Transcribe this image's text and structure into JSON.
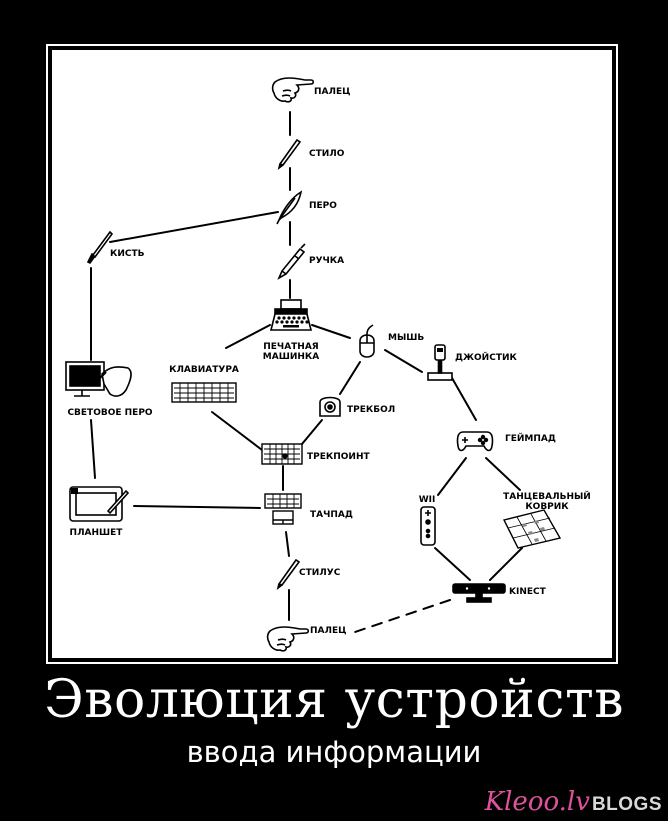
{
  "caption": {
    "title": "Эволюция устройств",
    "subtitle": "ввода информации"
  },
  "watermark": {
    "brand": "Kleoo.lv",
    "suffix": "BLOGS"
  },
  "nodes": [
    {
      "id": "finger_top",
      "label": "ПАЛЕЦ",
      "icon": "pointing-hand-icon"
    },
    {
      "id": "stylus_old",
      "label": "СТИЛО",
      "icon": "stylus-icon"
    },
    {
      "id": "quill",
      "label": "ПЕРО",
      "icon": "quill-icon"
    },
    {
      "id": "brush",
      "label": "КИСТЬ",
      "icon": "brush-icon"
    },
    {
      "id": "pen",
      "label": "РУЧКА",
      "icon": "pen-icon"
    },
    {
      "id": "typewriter",
      "label": "ПЕЧАТНАЯ МАШИНКА",
      "label_lines": [
        "ПЕЧАТНАЯ",
        "МАШИНКА"
      ],
      "icon": "typewriter-icon"
    },
    {
      "id": "mouse",
      "label": "МЫШЬ",
      "icon": "mouse-icon"
    },
    {
      "id": "joystick",
      "label": "ДЖОЙСТИК",
      "icon": "joystick-icon"
    },
    {
      "id": "keyboard",
      "label": "КЛАВИАТУРА",
      "icon": "keyboard-icon"
    },
    {
      "id": "lightpen",
      "label": "СВЕТОВОЕ ПЕРО",
      "icon": "monitor-lightpen-icon"
    },
    {
      "id": "trackball",
      "label": "ТРЕКБОЛ",
      "icon": "trackball-icon"
    },
    {
      "id": "trackpoint",
      "label": "ТРЕКПОИНТ",
      "icon": "trackpoint-keyboard-icon"
    },
    {
      "id": "gamepad",
      "label": "ГЕЙМПАД",
      "icon": "gamepad-icon"
    },
    {
      "id": "tablet",
      "label": "ПЛАНШЕТ",
      "icon": "graphics-tablet-icon"
    },
    {
      "id": "touchpad",
      "label": "ТАЧПАД",
      "icon": "touchpad-icon"
    },
    {
      "id": "wii",
      "label": "WII",
      "icon": "wii-remote-icon"
    },
    {
      "id": "dancemat",
      "label": "ТАНЦЕВАЛЬНЫЙ КОВРИК",
      "label_lines": [
        "ТАНЦЕВАЛЬНЫЙ",
        "КОВРИК"
      ],
      "icon": "dance-mat-icon"
    },
    {
      "id": "stylus",
      "label": "СТИЛУС",
      "icon": "stylus-icon"
    },
    {
      "id": "kinect",
      "label": "KINECT",
      "icon": "kinect-icon"
    },
    {
      "id": "finger_bottom",
      "label": "ПАЛЕЦ",
      "icon": "pointing-hand-icon"
    }
  ],
  "edges": [
    {
      "from": "finger_top",
      "to": "stylus_old"
    },
    {
      "from": "stylus_old",
      "to": "quill"
    },
    {
      "from": "quill",
      "to": "brush"
    },
    {
      "from": "quill",
      "to": "pen"
    },
    {
      "from": "pen",
      "to": "typewriter"
    },
    {
      "from": "brush",
      "to": "lightpen"
    },
    {
      "from": "typewriter",
      "to": "keyboard"
    },
    {
      "from": "typewriter",
      "to": "mouse"
    },
    {
      "from": "mouse",
      "to": "joystick"
    },
    {
      "from": "mouse",
      "to": "trackball"
    },
    {
      "from": "keyboard",
      "to": "trackpoint"
    },
    {
      "from": "trackball",
      "to": "trackpoint"
    },
    {
      "from": "joystick",
      "to": "gamepad"
    },
    {
      "from": "lightpen",
      "to": "tablet"
    },
    {
      "from": "tablet",
      "to": "touchpad"
    },
    {
      "from": "trackpoint",
      "to": "touchpad"
    },
    {
      "from": "touchpad",
      "to": "stylus"
    },
    {
      "from": "stylus",
      "to": "finger_bottom"
    },
    {
      "from": "gamepad",
      "to": "wii"
    },
    {
      "from": "gamepad",
      "to": "dancemat"
    },
    {
      "from": "wii",
      "to": "kinect"
    },
    {
      "from": "dancemat",
      "to": "kinect"
    },
    {
      "from": "kinect",
      "to": "finger_bottom",
      "style": "dashed"
    }
  ]
}
